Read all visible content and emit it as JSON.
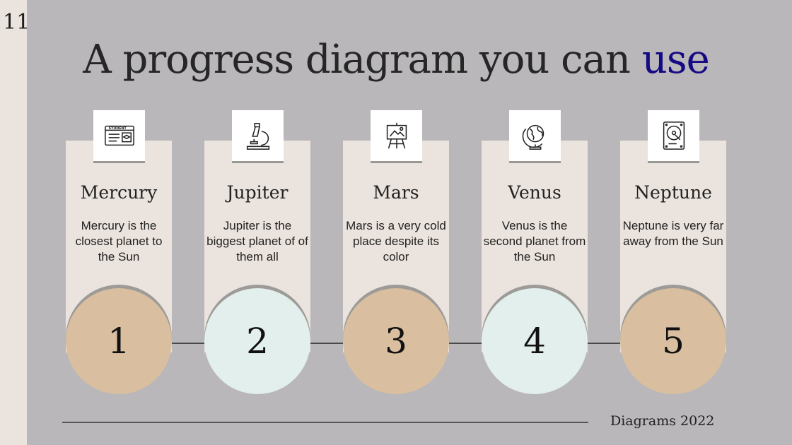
{
  "slide_number": "11",
  "title": {
    "main": "A progress diagram you can ",
    "accent": "use"
  },
  "colors": {
    "background": "#b9b7ba",
    "card": "#ebe3dd",
    "accent_text": "#160a84",
    "circle_tan": "#d9bf9f",
    "circle_mint": "#e3efec"
  },
  "steps": [
    {
      "number": "1",
      "title": "Mercury",
      "description": "Mercury is the closest planet to the Sun",
      "icon": "student-card-icon",
      "circle_color": "#d9bf9f"
    },
    {
      "number": "2",
      "title": "Jupiter",
      "description": "Jupiter is the biggest planet of of them all",
      "icon": "microscope-icon",
      "circle_color": "#e3efec"
    },
    {
      "number": "3",
      "title": "Mars",
      "description": "Mars is a very cold place despite its color",
      "icon": "easel-icon",
      "circle_color": "#d9bf9f"
    },
    {
      "number": "4",
      "title": "Venus",
      "description": "Venus is the second planet from the Sun",
      "icon": "globe-icon",
      "circle_color": "#e3efec"
    },
    {
      "number": "5",
      "title": "Neptune",
      "description": "Neptune is very far away from the Sun",
      "icon": "hard-drive-icon",
      "circle_color": "#d9bf9f"
    }
  ],
  "footer": "Diagrams 2022"
}
